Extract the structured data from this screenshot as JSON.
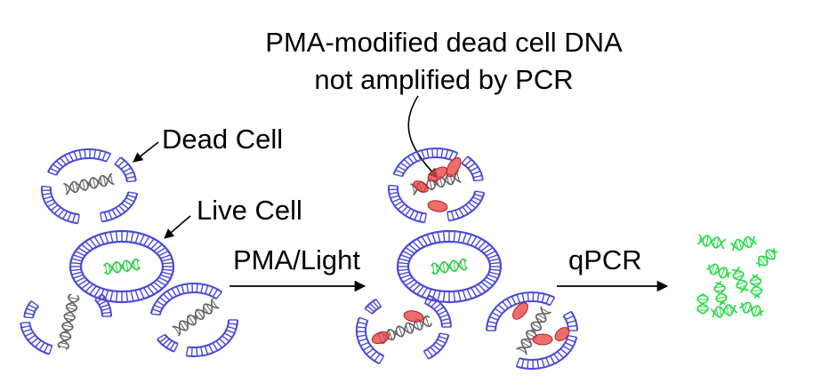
{
  "labels": {
    "top_line1": "PMA-modified dead cell DNA",
    "top_line2": "not amplified by PCR",
    "dead_cell": "Dead Cell",
    "live_cell": "Live Cell",
    "step1": "PMA/Light",
    "step2": "qPCR"
  },
  "colors": {
    "membrane": "#4a4ad8",
    "live_dna": "#2ecc40",
    "dead_dna": "#606060",
    "pma": "#e84848",
    "amplified_dna": "#22dd44",
    "arrow": "#000000"
  }
}
